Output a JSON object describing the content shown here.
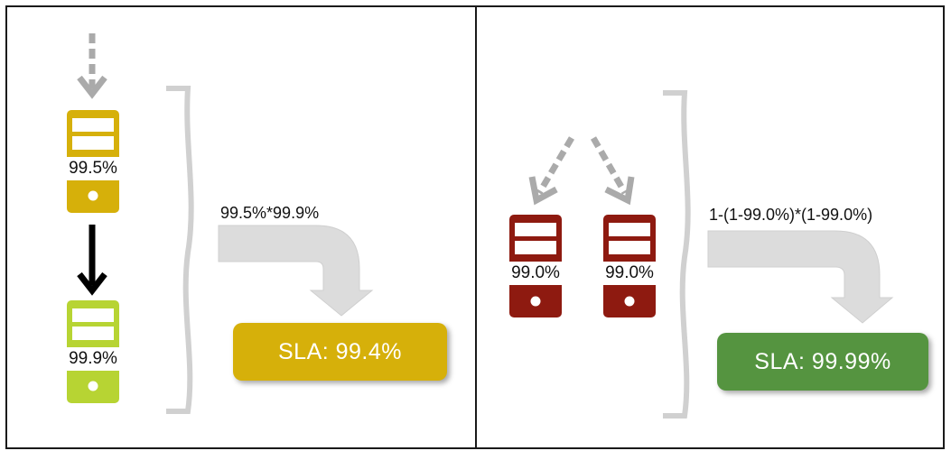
{
  "left_panel": {
    "top_server": {
      "availability": "99.5%",
      "color": "#d6b00a"
    },
    "bottom_server": {
      "availability": "99.9%",
      "color": "#b7d433"
    },
    "formula": "99.5%*99.9%",
    "sla": {
      "label": "SLA: 99.4%",
      "color": "#d6b00a"
    }
  },
  "right_panel": {
    "servers": [
      {
        "availability": "99.0%",
        "color": "#8e1a10"
      },
      {
        "availability": "99.0%",
        "color": "#8e1a10"
      }
    ],
    "formula": "1-(1-99.0%)*(1-99.0%)",
    "sla": {
      "label": "SLA: 99.99%",
      "color": "#559440"
    }
  },
  "colors": {
    "arrow_gray": "#aaaaaa",
    "bracket_gray": "#d0d0d0",
    "flow_arrow": "#dcdcdc"
  }
}
